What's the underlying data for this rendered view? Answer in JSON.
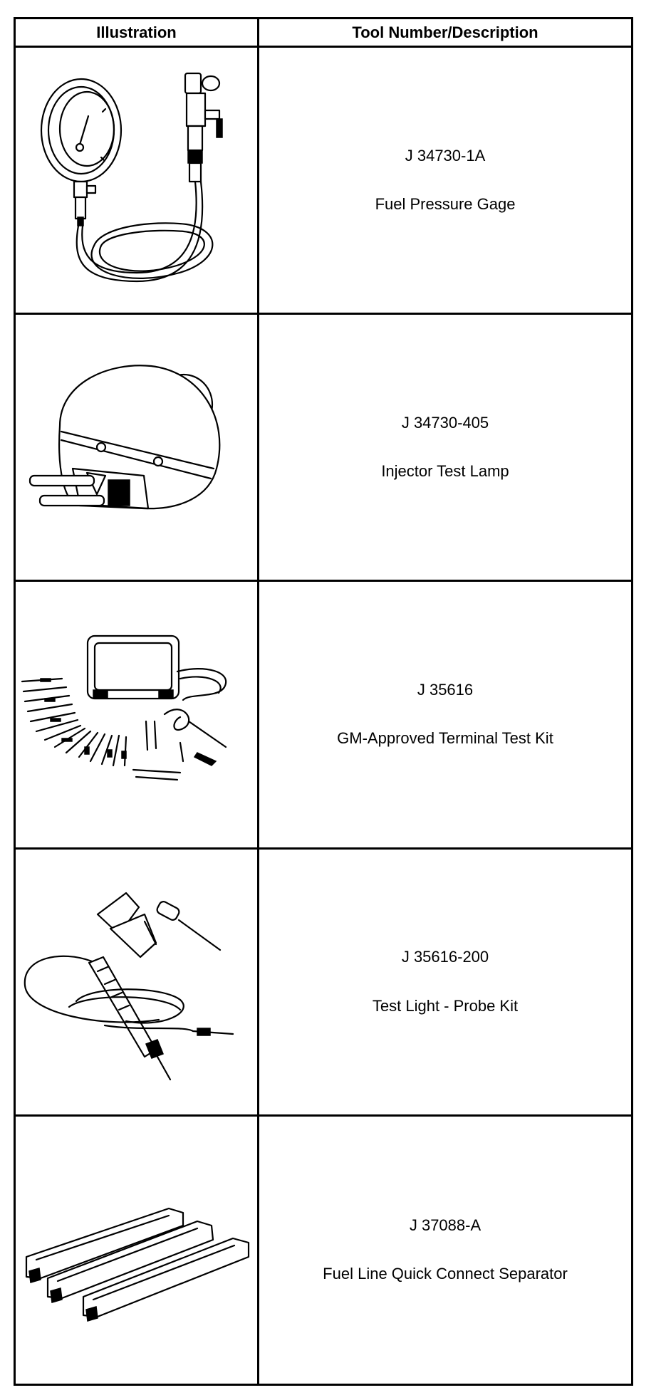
{
  "table": {
    "headers": {
      "illustration": "Illustration",
      "description": "Tool Number/Description"
    },
    "rows": [
      {
        "number": "J 34730-1A",
        "description": "Fuel Pressure Gage",
        "icon": "fuel-pressure-gage-icon"
      },
      {
        "number": "J 34730-405",
        "description": "Injector Test Lamp",
        "icon": "injector-test-lamp-icon"
      },
      {
        "number": "J 35616",
        "description": "GM-Approved Terminal Test Kit",
        "icon": "terminal-test-kit-icon"
      },
      {
        "number": "J 35616-200",
        "description": "Test Light - Probe Kit",
        "icon": "test-light-probe-kit-icon"
      },
      {
        "number": "J 37088-A",
        "description": "Fuel Line Quick Connect Separator",
        "icon": "quick-connect-separator-icon"
      }
    ]
  }
}
